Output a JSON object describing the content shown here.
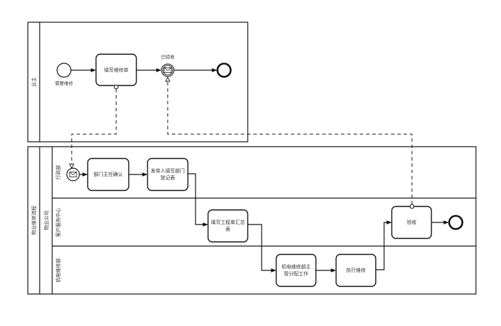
{
  "diagram": {
    "type": "BPMN collaboration",
    "pools": [
      {
        "id": "owner",
        "label": "业主",
        "lanes": []
      },
      {
        "id": "property",
        "label": "物业维修流程",
        "sub_label": "物业公司",
        "lanes": [
          {
            "id": "admin",
            "label": "行政部"
          },
          {
            "id": "service",
            "label": "客户服务中心"
          },
          {
            "id": "mep",
            "label": "机电维修部"
          }
        ]
      }
    ],
    "nodes": {
      "owner_start": {
        "kind": "start-event",
        "label": "需要维修"
      },
      "owner_task_fill": {
        "kind": "task",
        "lines": [
          "填写维修单"
        ]
      },
      "owner_msg_catch": {
        "kind": "intermediate-message-catch",
        "label": "已验收"
      },
      "owner_end": {
        "kind": "end-event",
        "label": ""
      },
      "admin_msg_start": {
        "kind": "message-start-event",
        "label": ""
      },
      "admin_task_confirm": {
        "kind": "task",
        "lines": [
          "部门主任确认"
        ]
      },
      "admin_task_register": {
        "kind": "task",
        "lines": [
          "发单人填写部门",
          "登记表"
        ]
      },
      "service_task_summary": {
        "kind": "task",
        "lines": [
          "填写工程单汇总",
          "表"
        ]
      },
      "mep_task_assign": {
        "kind": "task",
        "lines": [
          "机电维修部主",
          "管分配工作"
        ]
      },
      "mep_task_execute": {
        "kind": "task",
        "lines": [
          "执行维修"
        ]
      },
      "service_task_accept": {
        "kind": "task",
        "lines": [
          "验收"
        ]
      },
      "service_end": {
        "kind": "end-event",
        "label": ""
      }
    },
    "sequence_flows": [
      [
        "owner_start",
        "owner_task_fill"
      ],
      [
        "owner_task_fill",
        "owner_msg_catch"
      ],
      [
        "owner_msg_catch",
        "owner_end"
      ],
      [
        "admin_msg_start",
        "admin_task_confirm"
      ],
      [
        "admin_task_confirm",
        "admin_task_register"
      ],
      [
        "admin_task_register",
        "service_task_summary"
      ],
      [
        "service_task_summary",
        "mep_task_assign"
      ],
      [
        "mep_task_assign",
        "mep_task_execute"
      ],
      [
        "mep_task_execute",
        "service_task_accept"
      ],
      [
        "service_task_accept",
        "service_end"
      ]
    ],
    "message_flows": [
      [
        "owner_task_fill",
        "admin_msg_start"
      ],
      [
        "service_task_accept",
        "owner_msg_catch"
      ]
    ],
    "colors": {
      "stroke": "#111111",
      "text": "#333333",
      "background": "#ffffff"
    }
  }
}
